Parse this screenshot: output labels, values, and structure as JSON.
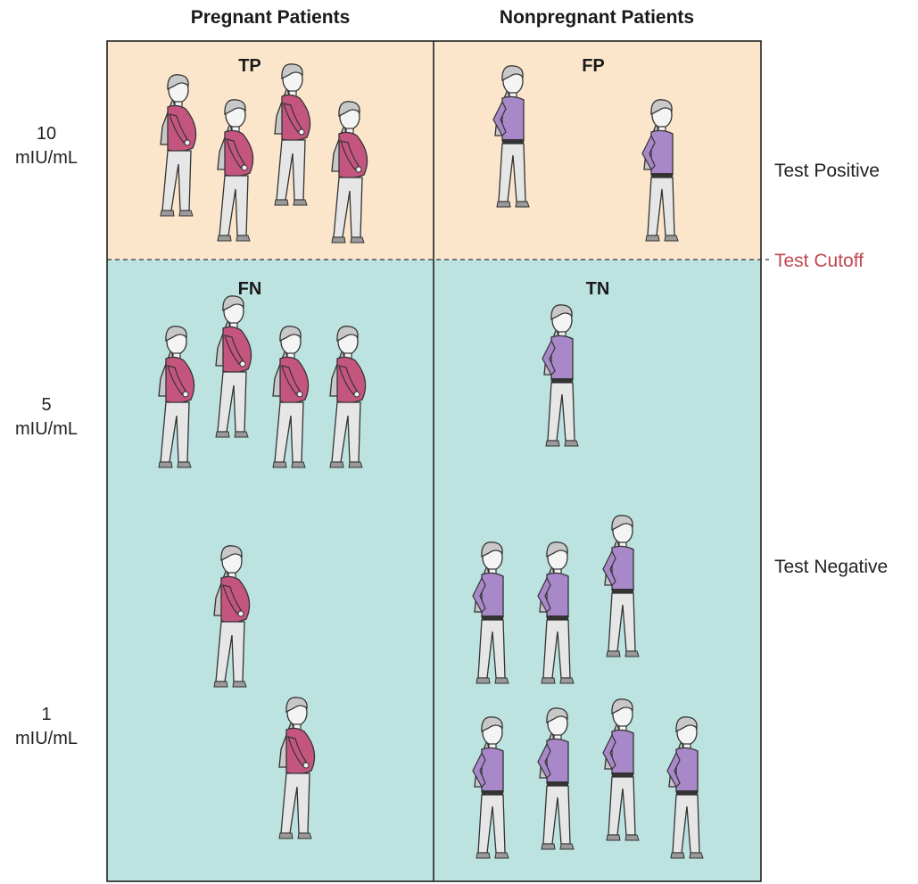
{
  "columns": {
    "pregnant": "Pregnant Patients",
    "nonpregnant": "Nonpregnant Patients"
  },
  "rows": {
    "high": {
      "value": "10",
      "unit": "mIU/mL"
    },
    "mid": {
      "value": "5",
      "unit": "mIU/mL"
    },
    "low": {
      "value": "1",
      "unit": "mIU/mL"
    }
  },
  "zones": {
    "positive": "Test Positive",
    "cutoff": "Test Cutoff",
    "negative": "Test Negative"
  },
  "cells": {
    "tp": "TP",
    "fp": "FP",
    "fn": "FN",
    "tn": "TN"
  },
  "colors": {
    "positive_zone": "#fbe6cc",
    "negative_zone": "#bde3e0",
    "pregnant_top": "#c4557f",
    "nonpregnant_top": "#a888c8",
    "pants": "#e6e6e6",
    "hair": "#c8c8c8",
    "cutoff_text": "#c2464f"
  },
  "counts": {
    "tp": 4,
    "fp": 2,
    "fn": 6,
    "tn": 8
  }
}
